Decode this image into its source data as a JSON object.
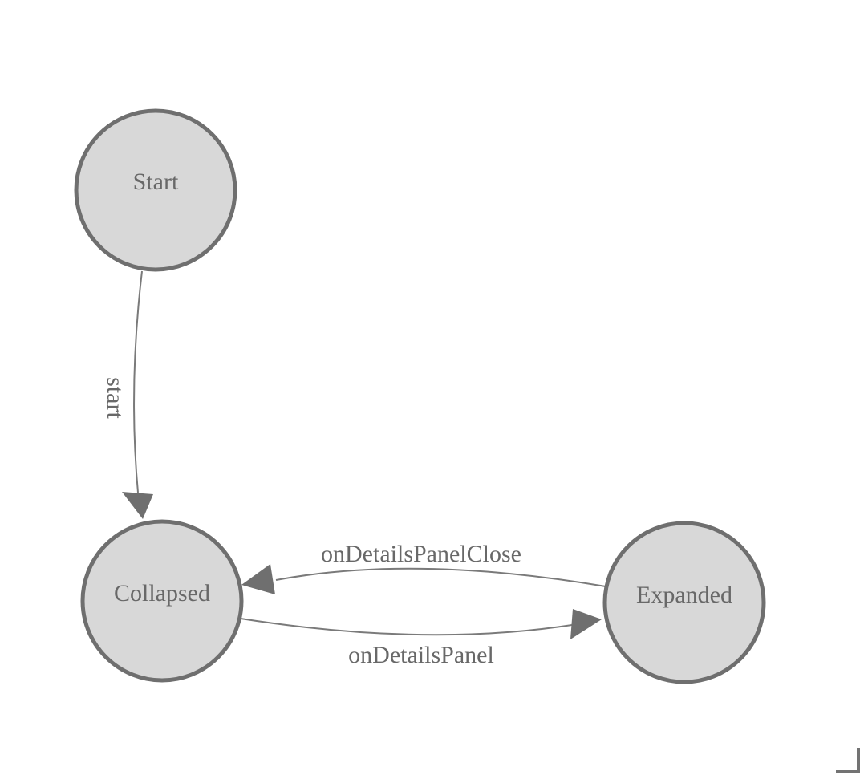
{
  "colors": {
    "node_fill": "#d8d8d8",
    "node_stroke": "#6f6f6f",
    "edge_stroke": "#7a7a7a",
    "arrow_fill": "#6f6f6f",
    "label_color": "#686868",
    "corner_color": "#737373",
    "background": "#ffffff"
  },
  "diagram": {
    "type": "state-diagram",
    "nodes": [
      {
        "id": "start",
        "label": "Start"
      },
      {
        "id": "collapsed",
        "label": "Collapsed"
      },
      {
        "id": "expanded",
        "label": "Expanded"
      }
    ],
    "edges": [
      {
        "id": "start-transition",
        "from": "Start",
        "to": "Collapsed",
        "label": "start"
      },
      {
        "id": "on-details-panel-close",
        "from": "Expanded",
        "to": "Collapsed",
        "label": "onDetailsPanelClose"
      },
      {
        "id": "on-details-panel",
        "from": "Collapsed",
        "to": "Expanded",
        "label": "onDetailsPanel"
      }
    ]
  }
}
